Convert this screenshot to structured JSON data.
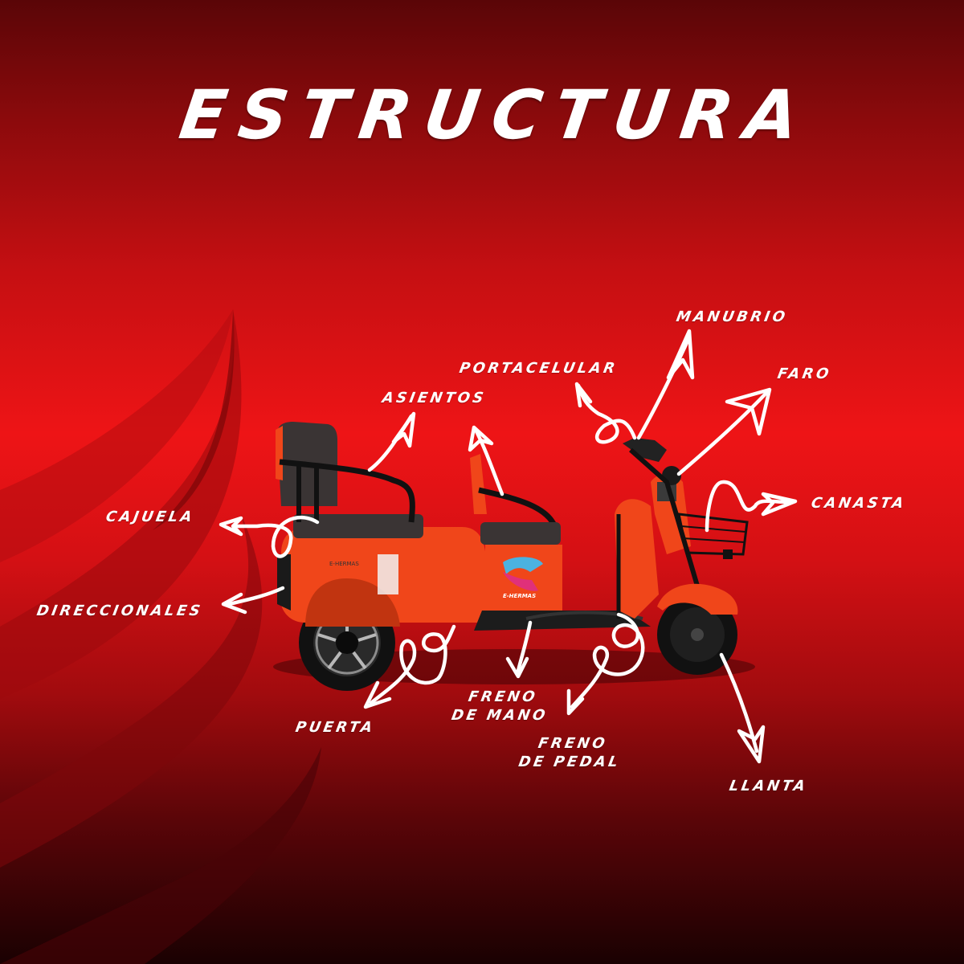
{
  "title": "ESTRUCTURA",
  "brand": "E-HERMAS",
  "colors": {
    "background_top": "#5a0507",
    "background_mid": "#ee1416",
    "background_bottom": "#1a0102",
    "vehicle_body": "#f0461a",
    "seat": "#3a3434",
    "label_text": "#ffffff"
  },
  "labels": {
    "manubrio": "MANUBRIO",
    "portacelular": "PORTACELULAR",
    "faro": "FARO",
    "asientos": "ASIENTOS",
    "canasta": "CANASTA",
    "cajuela": "CAJUELA",
    "direccionales": "DIRECCIONALES",
    "puerta": "PUERTA",
    "freno_de_mano_1": "FRENO",
    "freno_de_mano_2": "DE MANO",
    "freno_de_pedal_1": "FRENO",
    "freno_de_pedal_2": "DE PEDAL",
    "llanta": "LLANTA"
  }
}
